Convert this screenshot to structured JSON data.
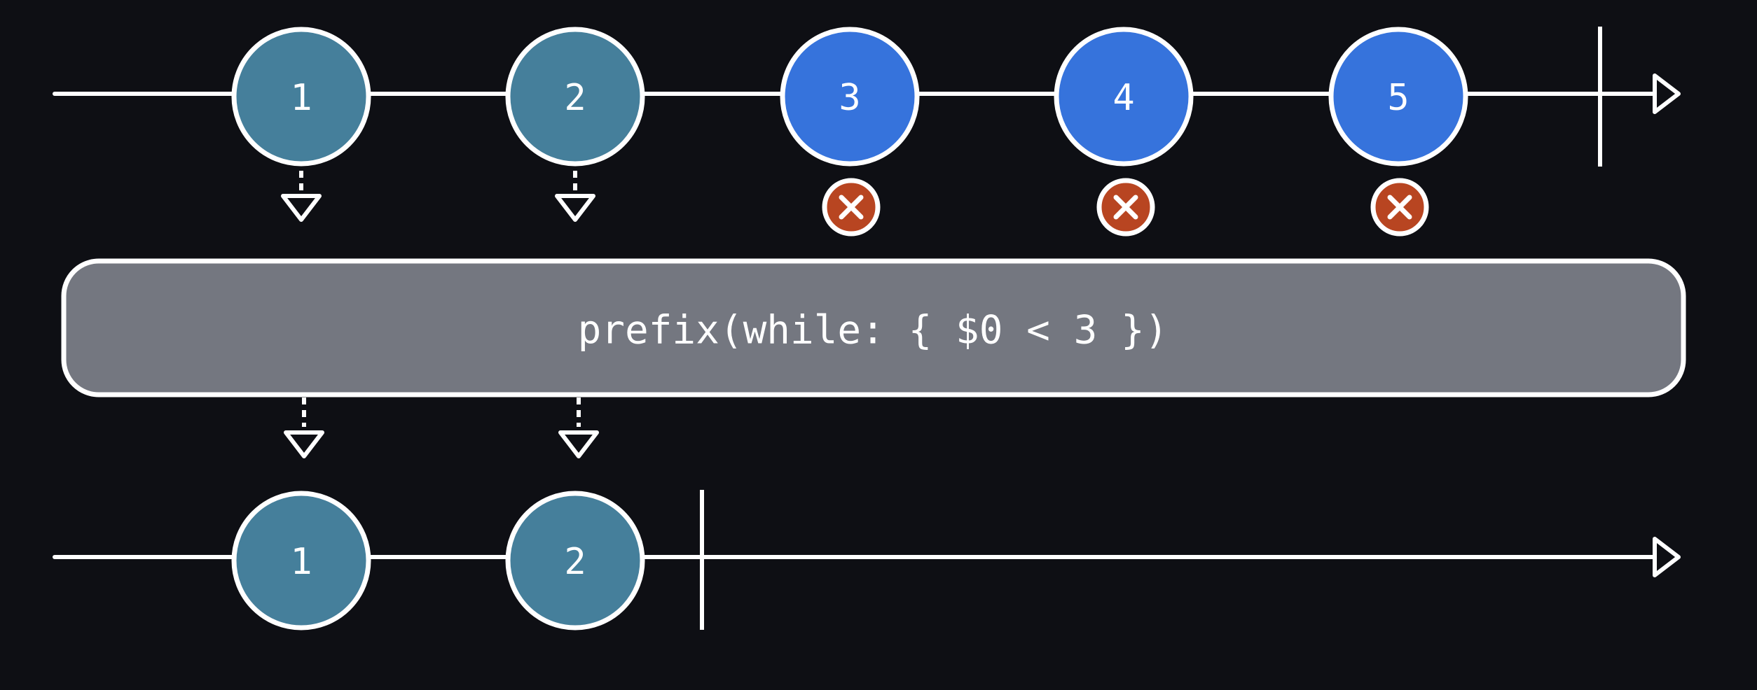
{
  "colors": {
    "background": "#0e0f14",
    "line": "#ffffff",
    "marble_passed": "#457f9b",
    "marble_dropped": "#3673dc",
    "cancel": "#b84521",
    "operator_box": "#747780"
  },
  "input_stream": {
    "marbles": [
      {
        "label": "1",
        "state": "passed"
      },
      {
        "label": "2",
        "state": "passed"
      },
      {
        "label": "3",
        "state": "dropped"
      },
      {
        "label": "4",
        "state": "dropped"
      },
      {
        "label": "5",
        "state": "dropped"
      }
    ],
    "completes": true,
    "arrow_icon": "arrow-right-icon"
  },
  "operator": {
    "label": "prefix(while: { $0 < 3 })"
  },
  "output_stream": {
    "marbles": [
      {
        "label": "1",
        "state": "passed"
      },
      {
        "label": "2",
        "state": "passed"
      }
    ],
    "completes": true,
    "arrow_icon": "arrow-right-icon"
  },
  "icons": {
    "dropped_marker": "cancel-x-icon",
    "flow_down": "arrow-down-icon"
  }
}
